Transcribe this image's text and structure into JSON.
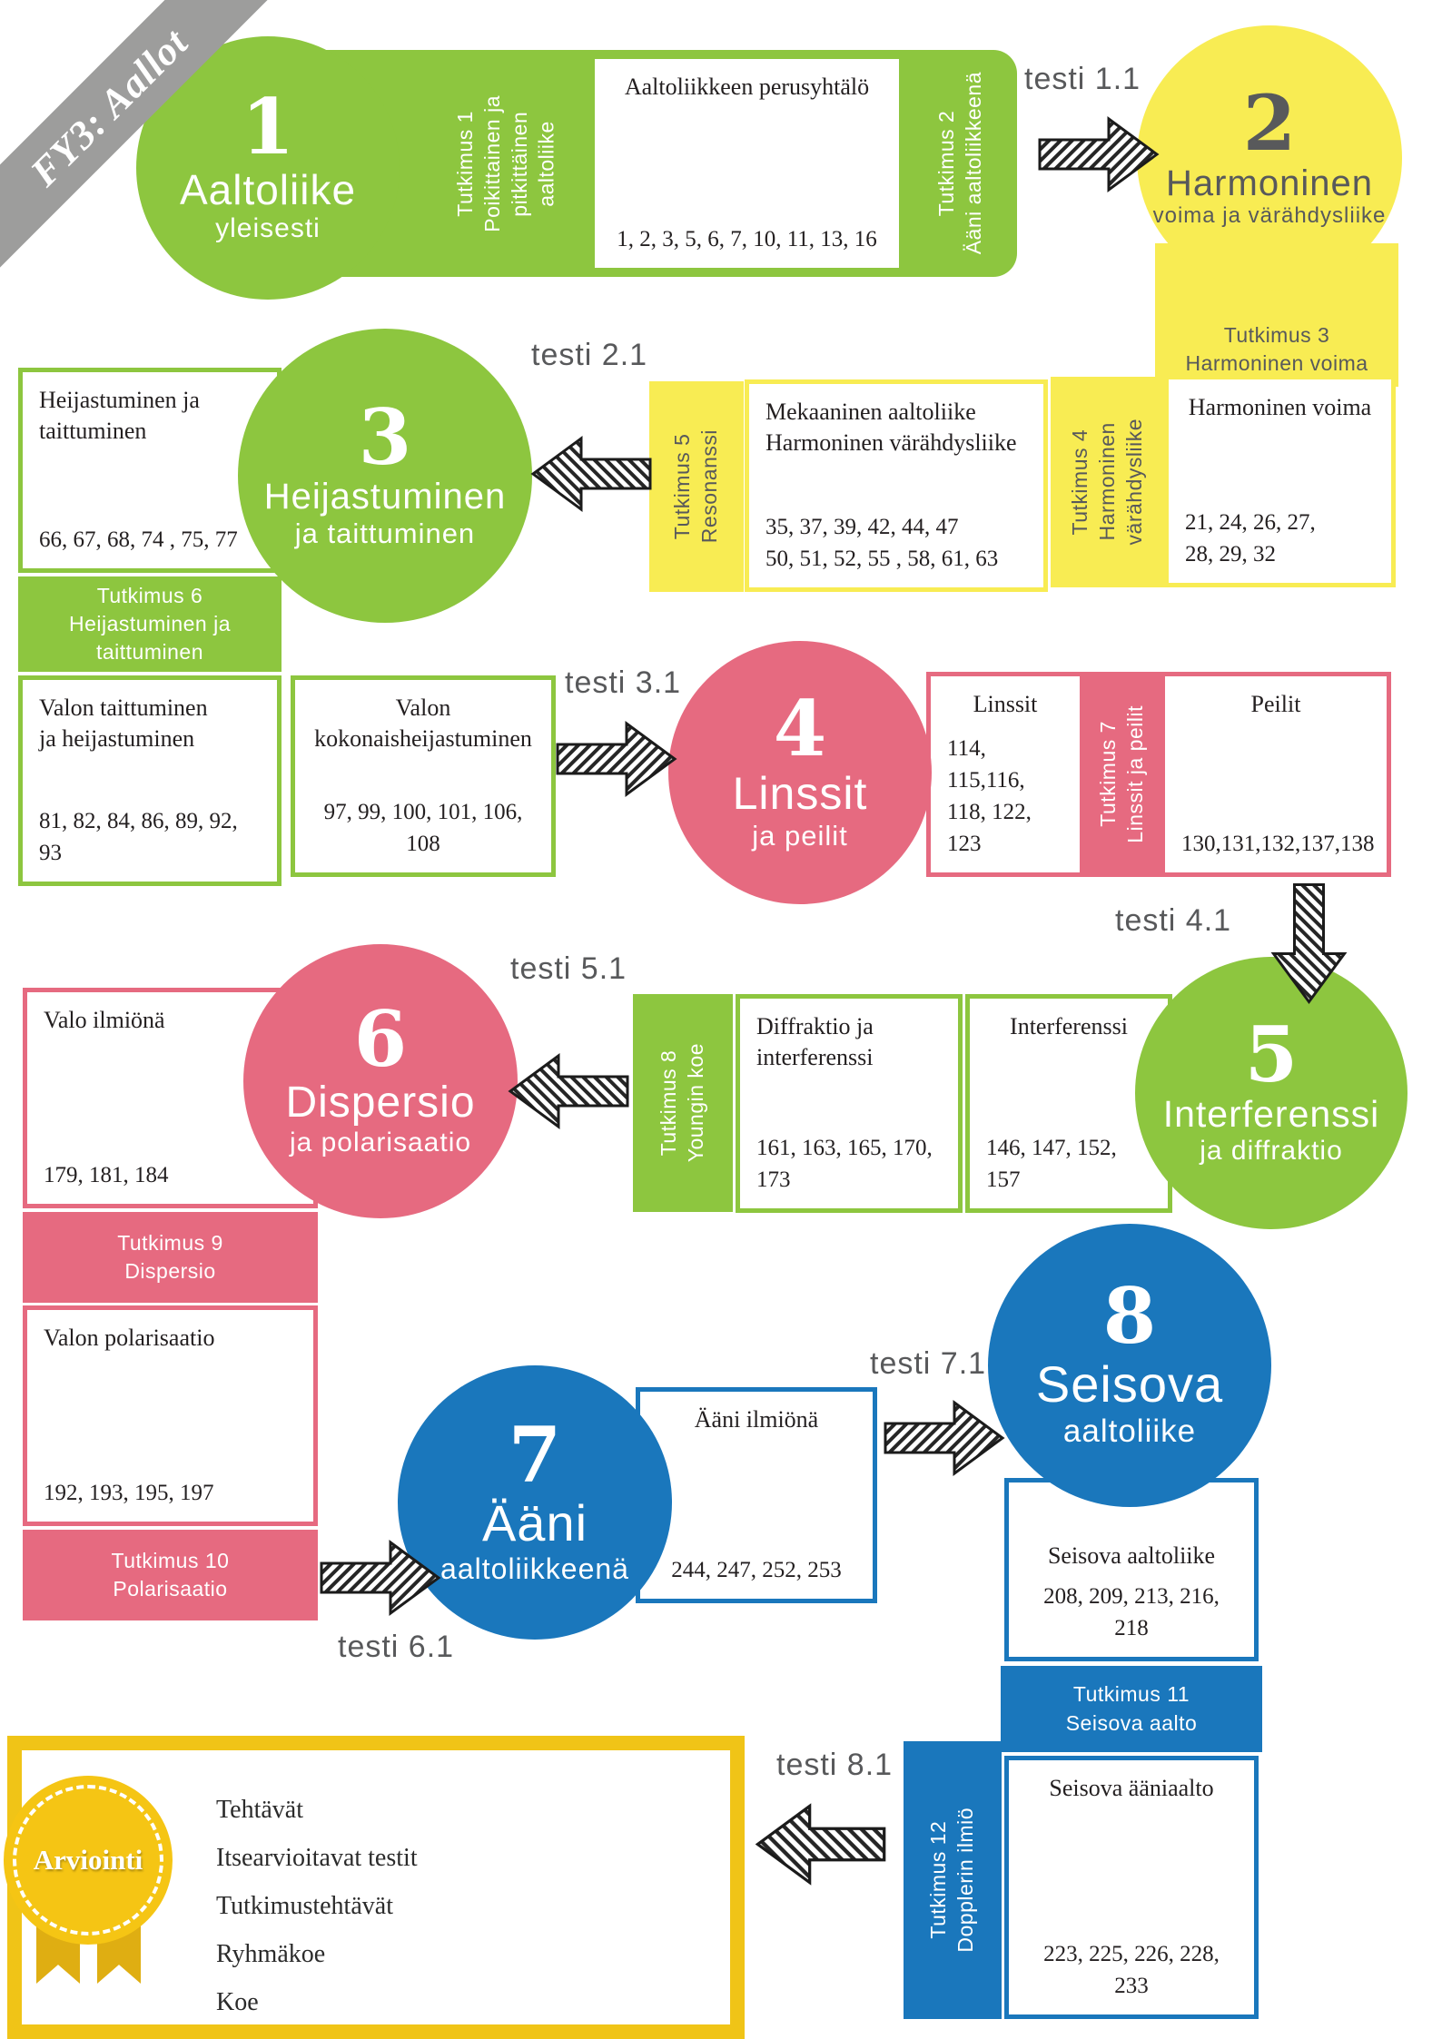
{
  "ribbon": {
    "label": "FY3: Aallot"
  },
  "s1": {
    "number": "1",
    "title": "Aaltoliike",
    "subtitle": "yleisesti",
    "tutkimus1": "Tutkimus 1\nPoikittainen ja\npitkittäinen\naaltoliike",
    "box1": {
      "title": "Aaltoliikkeen perusyhtälö",
      "numbers": "1, 2, 3, 5, 6, 7, 10, 11, 13, 16"
    },
    "tutkimus2": "Tutkimus 2\nÄäni aaltoliikkeenä",
    "testi": "testi 1.1"
  },
  "s2": {
    "number": "2",
    "title": "Harmoninen",
    "subtitle": "voima ja värähdysliike",
    "tutkimus3": "Tutkimus 3\nHarmoninen voima",
    "box_harmoninen": {
      "title": "Harmoninen voima",
      "numbers": "21, 24, 26, 27,\n28, 29, 32"
    },
    "tutkimus4": "Tutkimus 4\nHarmoninen\nvärähdysliike",
    "box_mekaaninen": {
      "title": "Mekaaninen aaltoliike\nHarmoninen värähdysliike",
      "numbers": "35, 37, 39, 42, 44, 47\n50, 51, 52, 55 , 58, 61, 63"
    },
    "tutkimus5": "Tutkimus 5\nResonanssi",
    "testi": "testi 2.1"
  },
  "s3": {
    "number": "3",
    "title": "Heijastuminen",
    "subtitle": "ja taittuminen",
    "box_heijastuminen": {
      "title": "Heijastuminen ja\ntaittuminen",
      "numbers": "66, 67, 68, 74 , 75, 77"
    },
    "tutkimus6": "Tutkimus 6\nHeijastuminen ja\ntaittuminen",
    "box_taittuminen": {
      "title": "Valon taittuminen\nja heijastuminen",
      "numbers": "81, 82, 84, 86, 89, 92, 93"
    },
    "box_kokonais": {
      "title": "Valon\nkokonaisheijastuminen",
      "numbers": "97, 99, 100, 101, 106, 108"
    },
    "testi": "testi 3.1"
  },
  "s4": {
    "number": "4",
    "title": "Linssit",
    "subtitle": "ja peilit",
    "box_linssit": {
      "title": "Linssit",
      "numbers": "114, 115,116,\n118, 122, 123"
    },
    "tutkimus7": "Tutkimus 7\nLinssit ja peilit",
    "box_peilit": {
      "title": "Peilit",
      "numbers": "130,131,132,137,138"
    },
    "testi": "testi 4.1"
  },
  "s5": {
    "number": "5",
    "title": "Interferenssi",
    "subtitle": "ja diffraktio",
    "tutkimus8": "Tutkimus 8\nYoungin koe",
    "box_diffraktio": {
      "title": "Diffraktio ja\ninterferenssi",
      "numbers": "161, 163, 165, 170, 173"
    },
    "box_interferenssi": {
      "title": "Interferenssi",
      "numbers": "146, 147, 152, 157"
    },
    "testi": "testi 5.1"
  },
  "s6": {
    "number": "6",
    "title": "Dispersio",
    "subtitle": "ja polarisaatio",
    "box_valo": {
      "title": "Valo ilmiönä",
      "numbers": "179, 181, 184"
    },
    "tutkimus9": "Tutkimus 9\nDispersio",
    "box_polarisaatio": {
      "title": "Valon polarisaatio",
      "numbers": "192, 193, 195, 197"
    },
    "tutkimus10": "Tutkimus 10\nPolarisaatio",
    "testi": "testi 6.1"
  },
  "s7": {
    "number": "7",
    "title": "Ääni",
    "subtitle": "aaltoliikkeenä",
    "box_aani": {
      "title": "Ääni ilmiönä",
      "numbers": "244, 247, 252, 253"
    },
    "testi": "testi 7.1"
  },
  "s8": {
    "number": "8",
    "title": "Seisova",
    "subtitle": "aaltoliike",
    "box_seisova": {
      "title": "Seisova aaltoliike",
      "numbers": "208, 209, 213, 216, 218"
    },
    "tutkimus11": "Tutkimus 11\nSeisova aalto",
    "box_aaniaalto": {
      "title": "Seisova ääniaalto",
      "numbers": "223, 225, 226, 228, 233"
    },
    "tutkimus12": "Tutkimus 12\nDopplerin ilmiö",
    "testi": "testi 8.1"
  },
  "arviointi": {
    "badge": "Arviointi",
    "items": [
      "Tehtävät",
      "Itsearvioitavat testit",
      "Tutkimustehtävät",
      "Ryhmäkoe",
      "Koe"
    ]
  },
  "colors": {
    "green": "#8dc63f",
    "yellow": "#f8ec53",
    "pink": "#e66a80",
    "blue": "#1a77bc",
    "gold": "#f0c417",
    "ribbon_gray": "#9d9d9c",
    "dark": "#58595b"
  }
}
